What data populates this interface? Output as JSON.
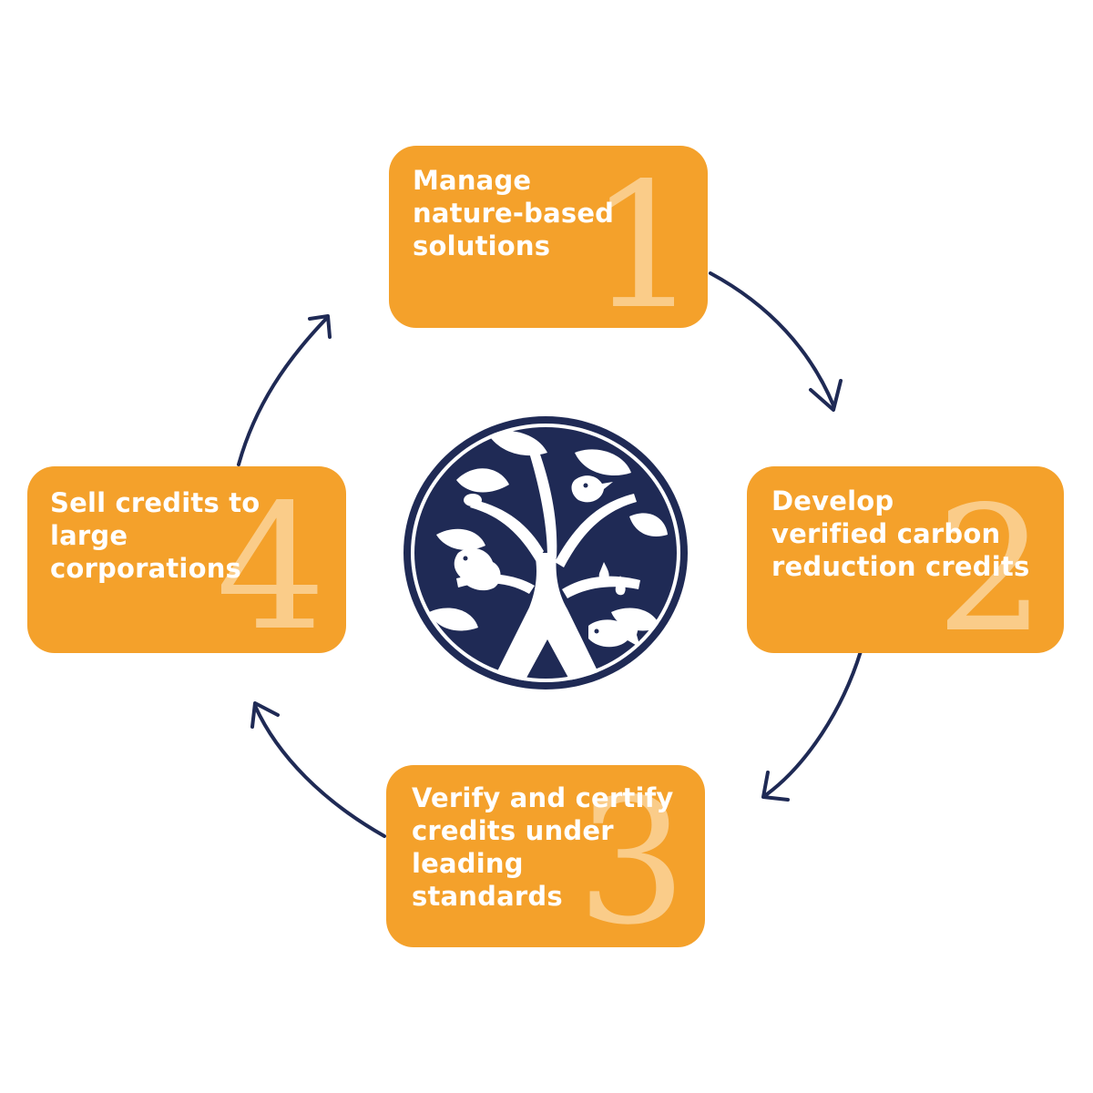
{
  "colors": {
    "box_fill": "#F4A12B",
    "box_text": "#FFFFFF",
    "number_tint": "#FBD9A6",
    "arrow": "#1F2A55",
    "logo_navy": "#1F2A55",
    "background": "#FFFFFF"
  },
  "center_logo": {
    "icon": "tree-of-life-logo-icon"
  },
  "steps": [
    {
      "number": "1",
      "lines": [
        "Manage",
        "nature-based",
        "solutions"
      ]
    },
    {
      "number": "2",
      "lines": [
        "Develop",
        "verified carbon",
        "reduction credits"
      ]
    },
    {
      "number": "3",
      "lines": [
        "Verify and certify",
        "credits under",
        "leading",
        "standards"
      ]
    },
    {
      "number": "4",
      "lines": [
        "Sell credits to",
        "large",
        "corporations"
      ]
    }
  ]
}
